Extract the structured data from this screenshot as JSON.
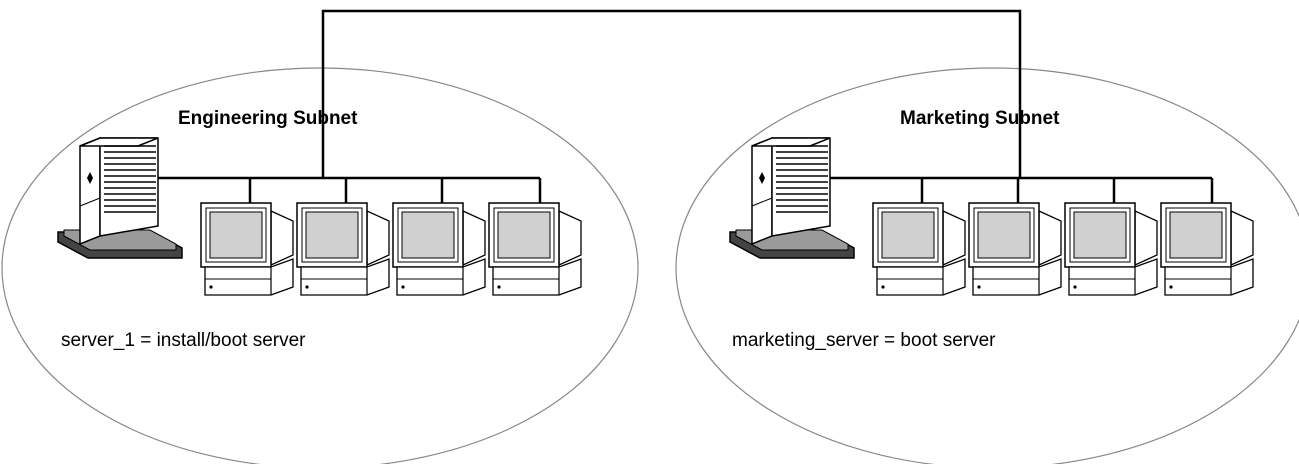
{
  "subnets": [
    {
      "title": "Engineering Subnet",
      "server_label": "server_1 = install/boot server",
      "workstations": 4
    },
    {
      "title": "Marketing Subnet",
      "server_label": "marketing_server = boot server",
      "workstations": 4
    }
  ],
  "colors": {
    "line": "#000000",
    "ellipse_stroke": "#888888",
    "device_fill": "#ffffff",
    "screen_fill": "#d0d0d0",
    "server_shadow": "#444444",
    "server_base": "#9a9a9a"
  }
}
